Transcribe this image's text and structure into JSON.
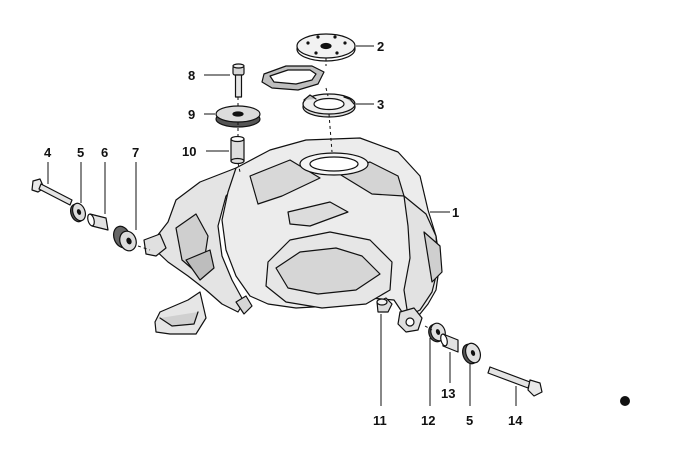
{
  "diagram": {
    "callouts": [
      {
        "id": "c1",
        "label": "1"
      },
      {
        "id": "c2",
        "label": "2"
      },
      {
        "id": "c3",
        "label": "3"
      },
      {
        "id": "c4",
        "label": "4"
      },
      {
        "id": "c5a",
        "label": "5"
      },
      {
        "id": "c6",
        "label": "6"
      },
      {
        "id": "c7",
        "label": "7"
      },
      {
        "id": "c8",
        "label": "8"
      },
      {
        "id": "c9",
        "label": "9"
      },
      {
        "id": "c10",
        "label": "10"
      },
      {
        "id": "c11",
        "label": "11"
      },
      {
        "id": "c12",
        "label": "12"
      },
      {
        "id": "c13",
        "label": "13"
      },
      {
        "id": "c5b",
        "label": "5"
      },
      {
        "id": "c14",
        "label": "14"
      }
    ],
    "colors": {
      "ink": "#111111",
      "tank_fill": "#e9e9e9",
      "shade": "#cfcfcf",
      "dark_shade": "#9a9a9a"
    }
  }
}
